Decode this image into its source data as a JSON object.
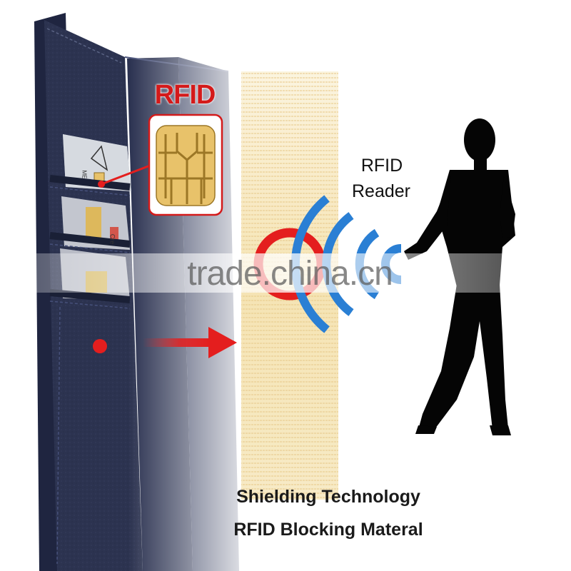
{
  "labels": {
    "rfid_title": "RFID",
    "reader_line_1": "RFID",
    "reader_line_2": "Reader",
    "caption_line_1": "Shielding Technology",
    "caption_line_2": "RFID Blocking Materal"
  },
  "watermark": "trade.china.cn",
  "card_marks": {
    "card_1_small_text": "ME",
    "card_2_small_text": "Cre"
  },
  "colors": {
    "wallet": "#2c3350",
    "shield": "#f3dfa9",
    "signal": "#2a7fd4",
    "alert_red": "#e41e1e",
    "chip_gold": "#e8c26a",
    "silhouette": "#050505"
  },
  "icons": [
    "rfid-chip-icon",
    "signal-waves-icon",
    "arrow-right-icon",
    "person-silhouette-icon"
  ]
}
